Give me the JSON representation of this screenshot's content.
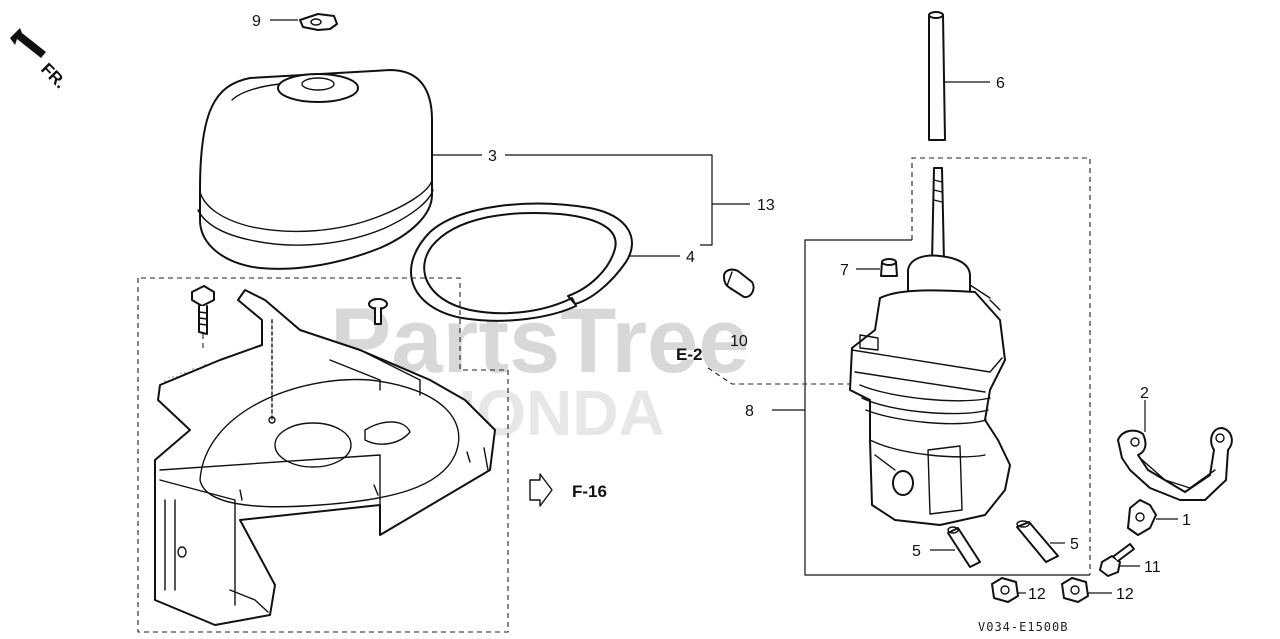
{
  "watermark": {
    "text": "PartsTree",
    "sub_text": "HONDA"
  },
  "direction_marker": {
    "label": "FR.",
    "icon": "arrow-front-icon"
  },
  "callouts": {
    "c1": "1",
    "c2": "2",
    "c3": "3",
    "c4": "4",
    "c5a": "5",
    "c5b": "5",
    "c6": "6",
    "c7": "7",
    "c8": "8",
    "c9": "9",
    "c10": "10",
    "c11": "11",
    "c12a": "12",
    "c12b": "12",
    "c13": "13"
  },
  "references": {
    "e2": "E-2",
    "f16": "F-16"
  },
  "diagram_code": "V034-E1500B",
  "colors": {
    "line": "#111111",
    "watermark": "#d4d4d4",
    "background": "#ffffff"
  }
}
